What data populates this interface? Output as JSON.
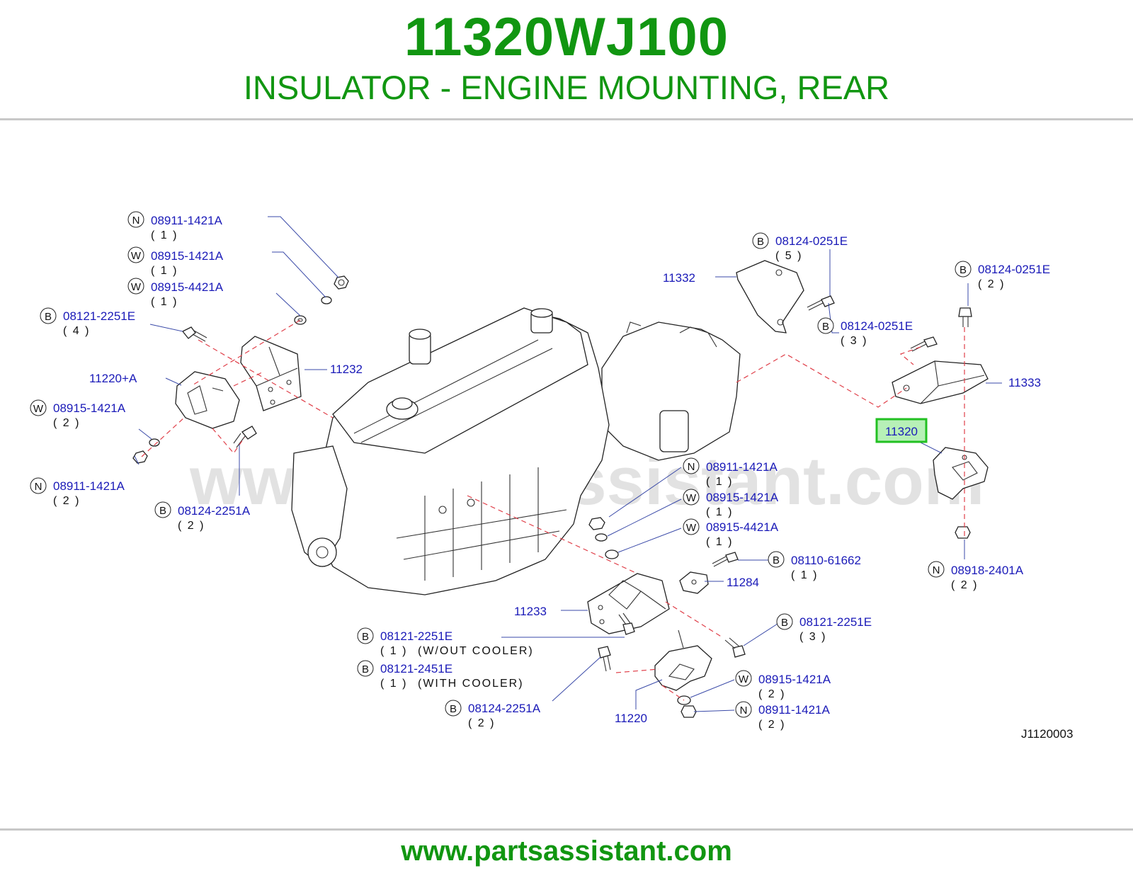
{
  "header": {
    "part_number": "11320WJ100",
    "part_name": "INSULATOR - ENGINE MOUNTING, REAR"
  },
  "footer": {
    "url": "www.partsassistant.com"
  },
  "watermark": "www.partsassistant.com",
  "diagram_ref": "J1120003",
  "highlight": {
    "label": "11320",
    "border": "#22c022",
    "fill": "#b7f0b7",
    "text": "#2a2ab8"
  },
  "colors": {
    "brand_green": "#119611",
    "label_blue": "#1a1ab8",
    "dash_red": "#e0404a"
  },
  "callouts": {
    "n1": {
      "letter": "N",
      "part": "08911-1421A",
      "qty": "( 1 )"
    },
    "w1": {
      "letter": "W",
      "part": "08915-1421A",
      "qty": "( 1 )"
    },
    "w2": {
      "letter": "W",
      "part": "08915-4421A",
      "qty": "( 1 )"
    },
    "b1": {
      "letter": "B",
      "part": "08121-2251E",
      "qty": "( 4 )"
    },
    "w3": {
      "letter": "W",
      "part": "08915-1421A",
      "qty": "( 2 )"
    },
    "n2": {
      "letter": "N",
      "part": "08911-1421A",
      "qty": "( 2 )"
    },
    "b2": {
      "letter": "B",
      "part": "08124-2251A",
      "qty": "( 2 )"
    },
    "b3": {
      "letter": "B",
      "part": "08124-0251E",
      "qty": "( 5 )"
    },
    "b4": {
      "letter": "B",
      "part": "08124-0251E",
      "qty": "( 2 )"
    },
    "b5": {
      "letter": "B",
      "part": "08124-0251E",
      "qty": "( 3 )"
    },
    "n3": {
      "letter": "N",
      "part": "08911-1421A",
      "qty": "( 1 )"
    },
    "w4": {
      "letter": "W",
      "part": "08915-1421A",
      "qty": "( 1 )"
    },
    "w5": {
      "letter": "W",
      "part": "08915-4421A",
      "qty": "( 1 )"
    },
    "b6": {
      "letter": "B",
      "part": "08110-61662",
      "qty": "( 1 )"
    },
    "n4": {
      "letter": "N",
      "part": "08918-2401A",
      "qty": "( 2 )"
    },
    "b7": {
      "letter": "B",
      "part": "08121-2251E",
      "qty": "( 3 )"
    },
    "b8": {
      "letter": "B",
      "part": "08121-2251E",
      "qty": "( 1 )",
      "note": "(W/OUT COOLER)"
    },
    "b9": {
      "letter": "B",
      "part": "08121-2451E",
      "qty": "( 1 )",
      "note": "(WITH COOLER)"
    },
    "b10": {
      "letter": "B",
      "part": "08124-2251A",
      "qty": "( 2 )"
    },
    "w6": {
      "letter": "W",
      "part": "08915-1421A",
      "qty": "( 2 )"
    },
    "n5": {
      "letter": "N",
      "part": "08911-1421A",
      "qty": "( 2 )"
    }
  },
  "refs": {
    "r11220a": "11220+A",
    "r11232": "11232",
    "r11332": "11332",
    "r11333": "11333",
    "r11284": "11284",
    "r11233": "11233",
    "r11220": "11220"
  }
}
